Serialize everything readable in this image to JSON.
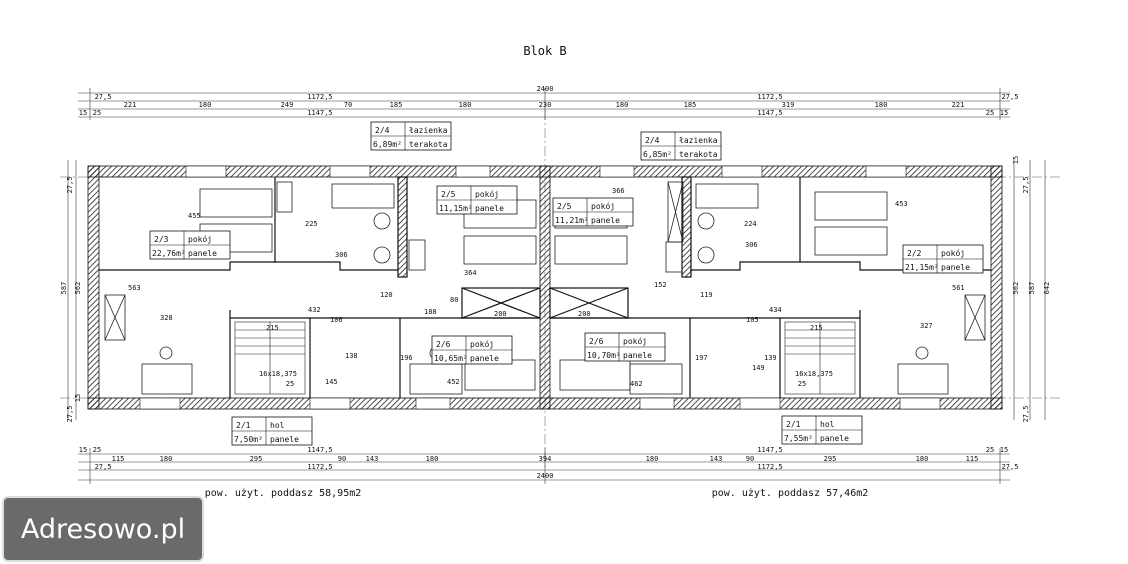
{
  "title": "Blok B",
  "dims": {
    "top_total": "2400",
    "top_r1": [
      "27,5",
      "1172,5",
      "1172,5",
      "27,5"
    ],
    "top_r2": [
      "221",
      "180",
      "249",
      "70",
      "185",
      "180",
      "230",
      "180",
      "185",
      "319",
      "180",
      "221"
    ],
    "top_r3": [
      "15",
      "25",
      "1147,5",
      "1147,5",
      "25",
      "15"
    ],
    "bottom_r1": [
      "15",
      "25",
      "1147,5",
      "1147,5",
      "25",
      "15"
    ],
    "bottom_r2": [
      "115",
      "180",
      "295",
      "90",
      "143",
      "180",
      "394",
      "180",
      "143",
      "90",
      "295",
      "180",
      "115"
    ],
    "bottom_r3": [
      "27,5",
      "1172,5",
      "1172,5",
      "27,5"
    ],
    "bottom_total": "2400",
    "left": [
      "27,5",
      "562",
      "587",
      "15",
      "27,5"
    ],
    "right": [
      "27,5",
      "15",
      "562",
      "587",
      "642",
      "27,5"
    ],
    "inner": [
      "455",
      "306",
      "225",
      "364",
      "432",
      "328",
      "563",
      "106",
      "188",
      "120",
      "80",
      "200",
      "200",
      "138",
      "196",
      "145",
      "452",
      "366",
      "224",
      "306",
      "453",
      "152",
      "119",
      "434",
      "105",
      "327",
      "561",
      "197",
      "139",
      "149",
      "462",
      "215",
      "215"
    ]
  },
  "rooms": [
    {
      "id": "2/4",
      "name": "łazienka",
      "area": "6,89m²",
      "finish": "terakota"
    },
    {
      "id": "2/4",
      "name": "łazienka",
      "area": "6,85m²",
      "finish": "terakota"
    },
    {
      "id": "2/5",
      "name": "pokój",
      "area": "11,15m²",
      "finish": "panele"
    },
    {
      "id": "2/5",
      "name": "pokój",
      "area": "11,21m²",
      "finish": "panele"
    },
    {
      "id": "2/3",
      "name": "pokój",
      "area": "22,76m²",
      "finish": "panele"
    },
    {
      "id": "2/2",
      "name": "pokój",
      "area": "21,15m²",
      "finish": "panele"
    },
    {
      "id": "2/6",
      "name": "pokój",
      "area": "10,65m²",
      "finish": "panele"
    },
    {
      "id": "2/6",
      "name": "pokój",
      "area": "10,70m²",
      "finish": "panele"
    },
    {
      "id": "2/1",
      "name": "hol",
      "area": "7,50m²",
      "finish": "panele"
    },
    {
      "id": "2/1",
      "name": "hol",
      "area": "7,55m²",
      "finish": "panele"
    }
  ],
  "stairs": [
    "16x18,375",
    "16x18,375"
  ],
  "stair_small": [
    "25",
    "25"
  ],
  "areas": {
    "left": "pow. użyt. poddasz 58,95m2",
    "right": "pow. użyt. poddasz 57,46m2"
  },
  "watermark": "Adresowo.pl"
}
